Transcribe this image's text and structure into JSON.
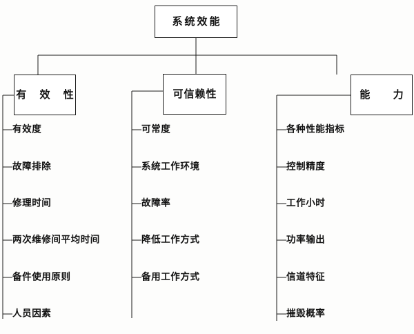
{
  "diagram": {
    "title": "系统效能",
    "type": "hierarchy-tree",
    "orientation": "top-down",
    "line_color": "#1a1a1a",
    "background_color": "#fdfdfc",
    "root": {
      "label": "系统效能"
    },
    "branches": [
      {
        "label": "有 效 性",
        "leaves": [
          {
            "label": "有效度"
          },
          {
            "label": "故障排除"
          },
          {
            "label": "修理时间"
          },
          {
            "label": "两次维修间平均时间"
          },
          {
            "label": "备件使用原则"
          },
          {
            "label": "人员因素"
          }
        ]
      },
      {
        "label": "可信赖性",
        "leaves": [
          {
            "label": "可常度"
          },
          {
            "label": "系统工作环境"
          },
          {
            "label": "故障率"
          },
          {
            "label": "降低工作方式"
          },
          {
            "label": "备用工作方式"
          }
        ]
      },
      {
        "label": "能  力",
        "leaves": [
          {
            "label": "各种性能指标"
          },
          {
            "label": "控制精度"
          },
          {
            "label": "工作小时"
          },
          {
            "label": "功率输出"
          },
          {
            "label": "信道特征"
          },
          {
            "label": "摧毁概率"
          }
        ]
      }
    ]
  }
}
